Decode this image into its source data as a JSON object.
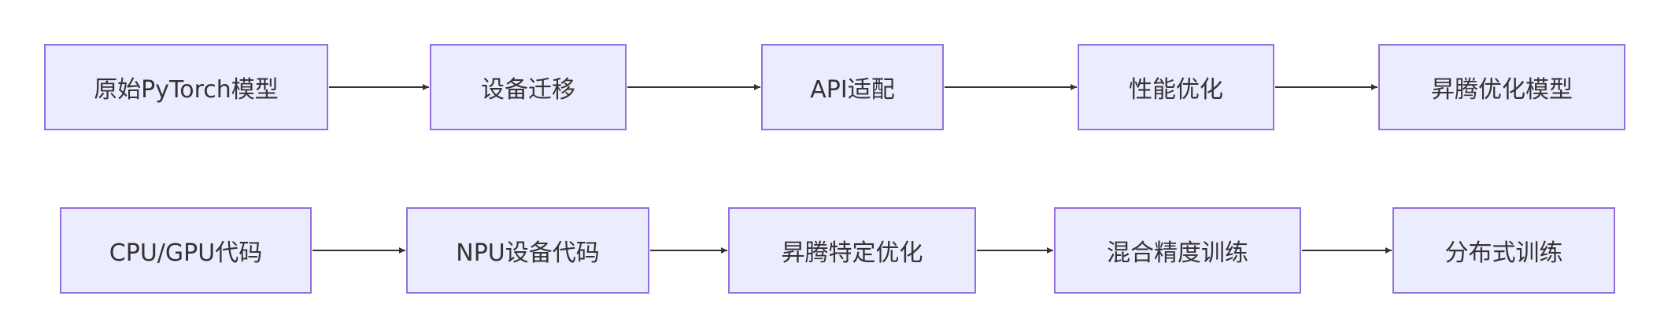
{
  "diagram": {
    "row1": [
      {
        "label": "原始PyTorch模型"
      },
      {
        "label": "设备迁移"
      },
      {
        "label": "API适配"
      },
      {
        "label": "性能优化"
      },
      {
        "label": "昇腾优化模型"
      }
    ],
    "row2": [
      {
        "label": "CPU/GPU代码"
      },
      {
        "label": "NPU设备代码"
      },
      {
        "label": "昇腾特定优化"
      },
      {
        "label": "混合精度训练"
      },
      {
        "label": "分布式训练"
      }
    ],
    "colors": {
      "node_fill": "#ececff",
      "node_border": "#9370db",
      "edge": "#333333",
      "text": "#333333"
    }
  }
}
